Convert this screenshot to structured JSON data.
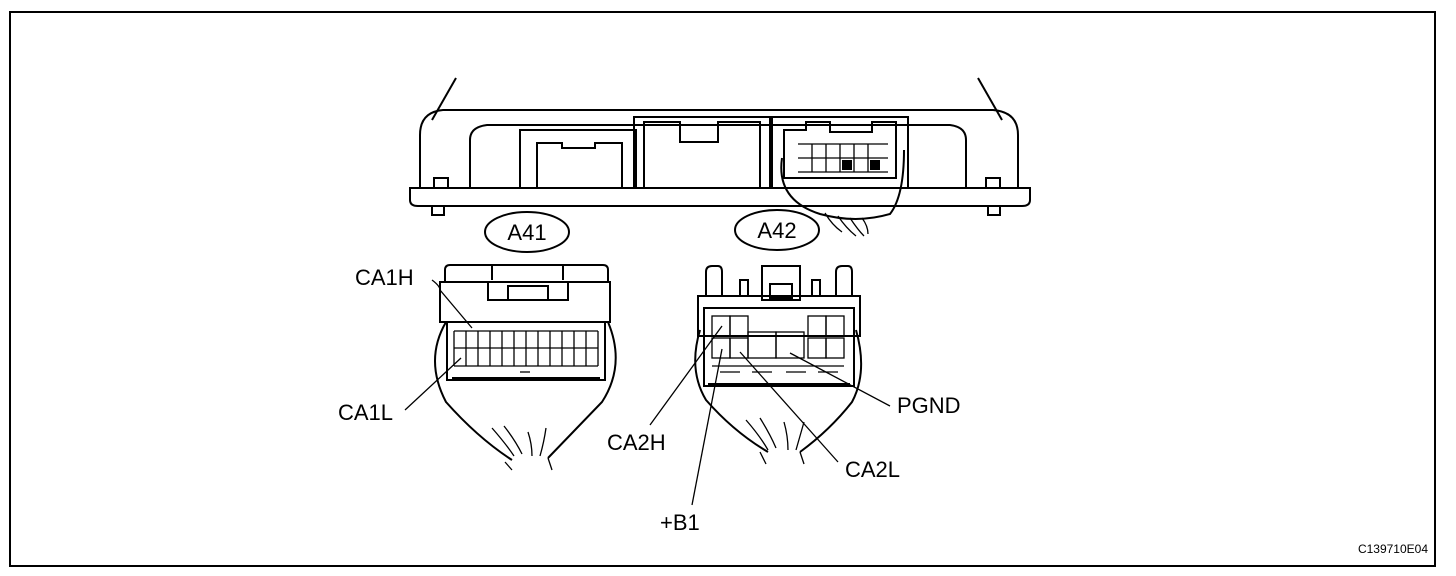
{
  "figure_code": "C139710E04",
  "connectors": [
    {
      "id": "A41",
      "terminals": [
        "CA1H",
        "CA1L"
      ]
    },
    {
      "id": "A42",
      "terminals": [
        "CA2H",
        "+B1",
        "CA2L",
        "PGND"
      ]
    }
  ],
  "labels": {
    "a41": "A41",
    "a42": "A42",
    "ca1h": "CA1H",
    "ca1l": "CA1L",
    "ca2h": "CA2H",
    "b1": "+B1",
    "ca2l": "CA2L",
    "pgnd": "PGND"
  }
}
